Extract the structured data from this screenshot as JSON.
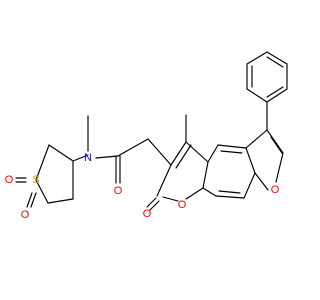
{
  "molecule": {
    "atoms": [
      {
        "id": "s1",
        "symbol": "S",
        "color": "#c9a400"
      },
      {
        "id": "o_s1",
        "symbol": "O",
        "color": "#ff0000"
      },
      {
        "id": "o_s2",
        "symbol": "O",
        "color": "#ff0000"
      },
      {
        "id": "n1",
        "symbol": "N",
        "color": "#0000ff"
      },
      {
        "id": "o_amide",
        "symbol": "O",
        "color": "#ff0000"
      },
      {
        "id": "o_lactone_carbonyl",
        "symbol": "O",
        "color": "#ff0000"
      },
      {
        "id": "o_lactone_ring",
        "symbol": "O",
        "color": "#ff0000"
      },
      {
        "id": "o_furan",
        "symbol": "O",
        "color": "#ff0000"
      }
    ],
    "bond_color": "#000000"
  }
}
